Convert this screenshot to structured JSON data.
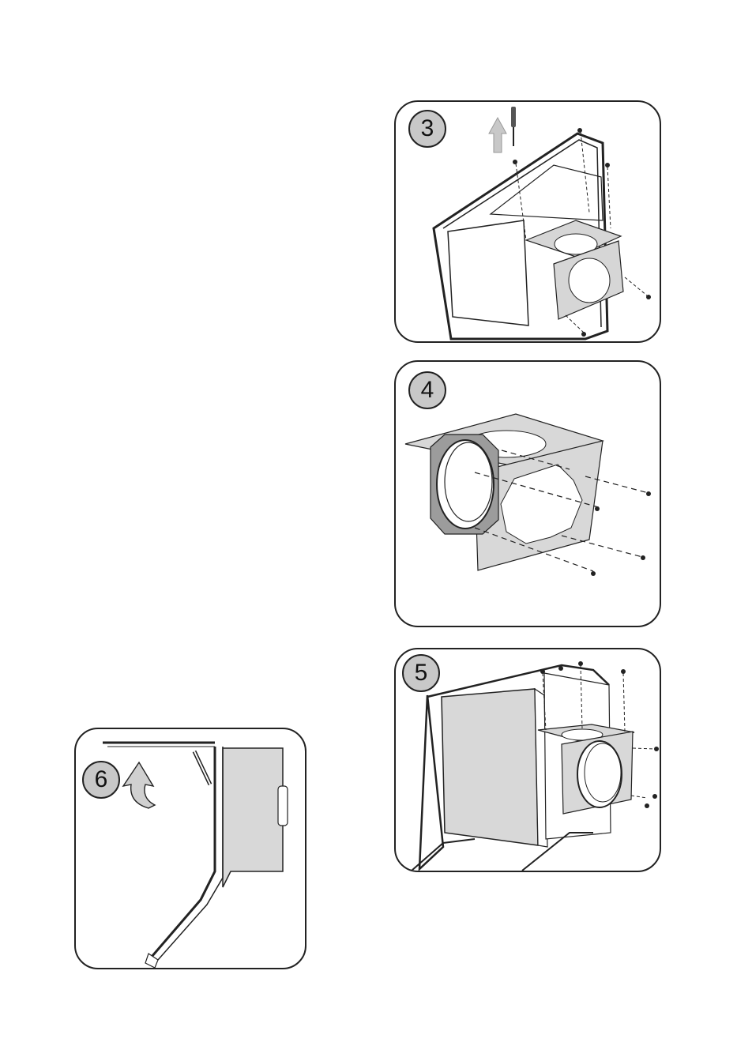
{
  "steps": [
    {
      "number": "3",
      "icon": "screwdriver-icon"
    },
    {
      "number": "4",
      "icon": "duct-flange-icon"
    },
    {
      "number": "5",
      "icon": "hood-assembly-icon"
    },
    {
      "number": "6",
      "icon": "rotate-up-arrow-icon"
    }
  ]
}
